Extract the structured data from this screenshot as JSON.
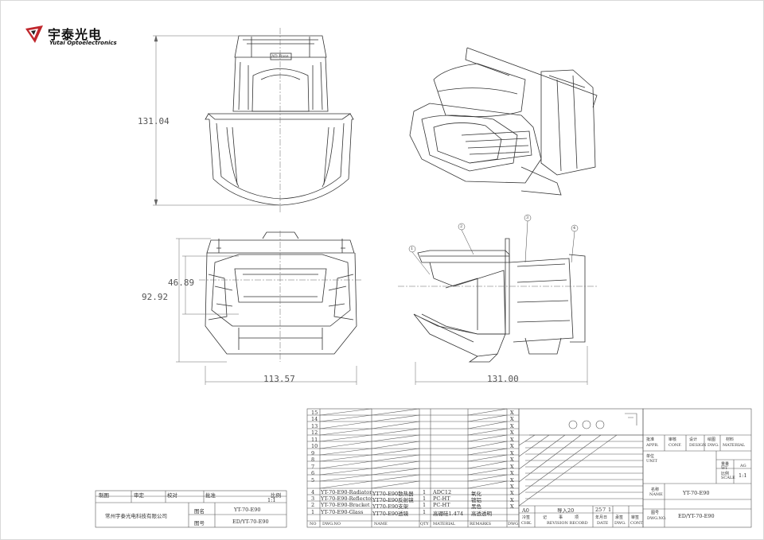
{
  "logo": {
    "cn": "宇泰光电",
    "en": "Yutai Optoelectronics"
  },
  "dims": {
    "h_top": "131.04",
    "h_front_inner": "46.89",
    "h_front_outer": "92.92",
    "w_front": "113.57",
    "w_side": "131.00"
  },
  "balloons": [
    "1",
    "2",
    "3",
    "4"
  ],
  "inset_label": "AD-Base",
  "bom": {
    "row_nums": [
      "15",
      "14",
      "13",
      "12",
      "11",
      "10",
      "9",
      "8",
      "7",
      "6",
      "5",
      "4",
      "3",
      "2",
      "1"
    ],
    "rows": [
      {
        "no": "4",
        "dwg": "YT-70-E90-Radiator",
        "name": "YT70-E90散热器",
        "qty": "1",
        "material": "ADC12",
        "remarks": "氧化"
      },
      {
        "no": "3",
        "dwg": "YT-70-E90-Reflector",
        "name": "YT70-E90反射镜",
        "qty": "1",
        "material": "PC-HT",
        "remarks": "镀铝"
      },
      {
        "no": "2",
        "dwg": "YT-70-E90-Bracket",
        "name": "YT70-E90支架",
        "qty": "1",
        "material": "PC-HT",
        "remarks": "黑色"
      },
      {
        "no": "1",
        "dwg": "YT-70-E90-Glass",
        "name": "YT70-E90透镜",
        "qty": "1",
        "material": "高硼硅1.474",
        "remarks": "高透透明"
      }
    ],
    "header": {
      "no": "NO",
      "dwg": "DWG.NO",
      "name": "NAME",
      "qty": "QTY",
      "material": "MATERIAL",
      "remarks": "REMARKS",
      "dwg2": "DWG."
    },
    "x": "X"
  },
  "left_block": {
    "headers": [
      "制图",
      "审定",
      "校对",
      "批准",
      "比例"
    ],
    "scale": "1:1",
    "company": "常州宇泰光电科技有限公司",
    "name_label": "图名",
    "name_value": "YT-70-E90",
    "no_label": "图号",
    "no_value": "ED/YT-70-E90"
  },
  "revision": {
    "a0": "A0",
    "date_text": "导入20",
    "n25": "25",
    "n7": "7",
    "n1": "1",
    "cols": [
      "冷签",
      "记",
      "事",
      "项",
      "年月日",
      "承签",
      "审签"
    ],
    "cols_en": [
      "CHK.",
      "REVISION RECORD",
      "DATE",
      "DWG.",
      "CONT."
    ]
  },
  "title_block": {
    "approval": [
      {
        "cn": "批准",
        "en": "APPR."
      },
      {
        "cn": "审核",
        "en": "CONF."
      },
      {
        "cn": "设计",
        "en": "DESIGN"
      },
      {
        "cn": "绘图",
        "en": "DWG."
      },
      {
        "cn": "材料",
        "en": "MATERIAL"
      }
    ],
    "unit_cn": "单位",
    "unit_en": "UNIT",
    "weight_cn": "重量",
    "weight_en": "WT",
    "weight_val": "AG",
    "scale_cn": "比例",
    "scale_en": "SCALE",
    "scale_val": "1:1",
    "name_cn": "名称",
    "name_en": "NAME",
    "name_value": "YT-70-E90",
    "no_cn": "图号",
    "no_en": "DWG.NO.",
    "no_value": "ED/YT-70-E90"
  }
}
